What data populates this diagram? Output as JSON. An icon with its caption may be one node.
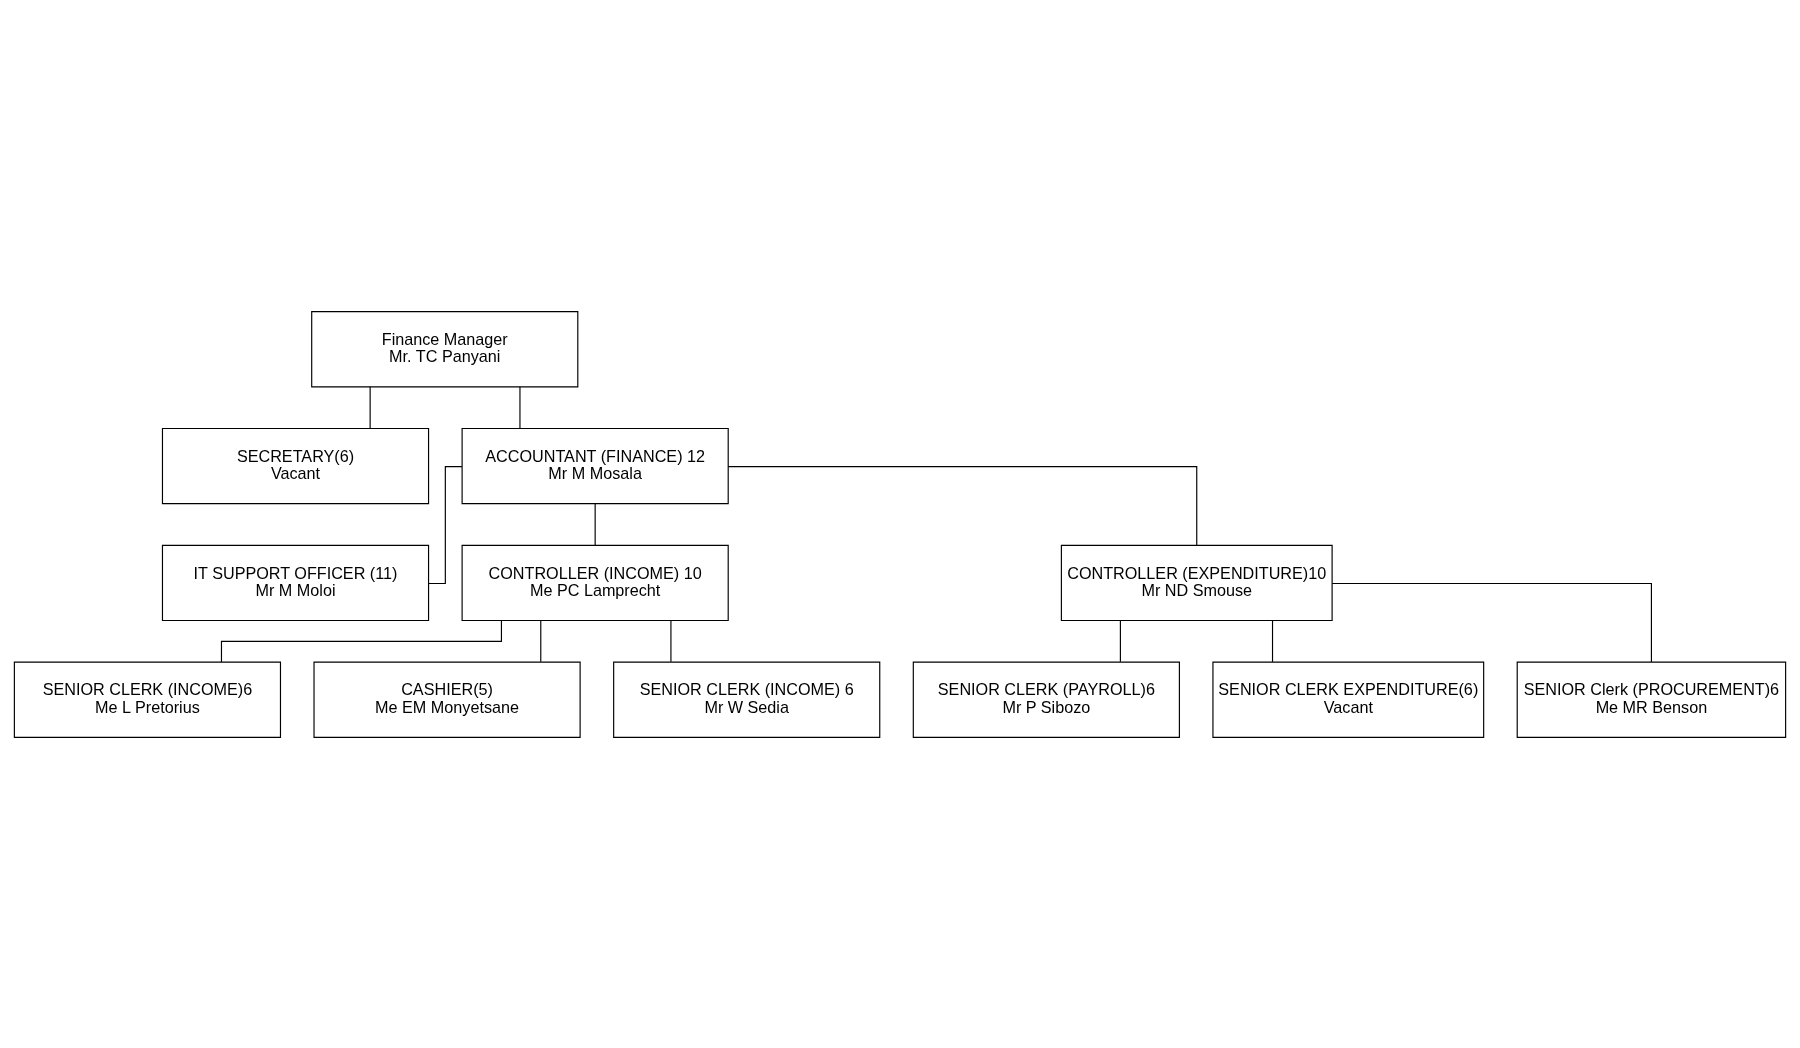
{
  "diagram": {
    "nodes": [
      {
        "text": [
          "Finance Manager",
          "Mr. TC Panyani"
        ]
      },
      {
        "text": [
          "SECRETARY(6)",
          "Vacant"
        ]
      },
      {
        "text": [
          "ACCOUNTANT (FINANCE) 12",
          "Mr M Mosala"
        ]
      },
      {
        "text": [
          "IT SUPPORT OFFICER (11)",
          "Mr M Moloi"
        ]
      },
      {
        "text": [
          "CONTROLLER (INCOME) 10",
          "Me PC Lamprecht"
        ]
      },
      {
        "text": [
          "CONTROLLER (EXPENDITURE)10",
          "Mr ND Smouse"
        ]
      },
      {
        "text": [
          "SENIOR CLERK (INCOME)6",
          "Me L Pretorius"
        ]
      },
      {
        "text": [
          "CASHIER(5)",
          "Me EM Monyetsane"
        ]
      },
      {
        "text": [
          "SENIOR CLERK (INCOME) 6",
          "Mr W Sedia"
        ]
      },
      {
        "text": [
          "SENIOR CLERK (PAYROLL)6",
          "Mr P Sibozo"
        ]
      },
      {
        "text": [
          "SENIOR CLERK EXPENDITURE(6)",
          "Vacant"
        ]
      },
      {
        "text": [
          "SENIOR Clerk (PROCUREMENT)6",
          "Me MR Benson"
        ]
      }
    ],
    "edges": [
      {
        "from": 0,
        "to": 1,
        "arrow": "none"
      },
      {
        "from": 0,
        "to": 2,
        "arrow": "none"
      },
      {
        "from": 2,
        "to": 3,
        "arrow": "none"
      },
      {
        "from": 2,
        "to": 4,
        "arrow": "none"
      },
      {
        "from": 2,
        "to": 5,
        "arrow": "none"
      },
      {
        "from": 4,
        "to": 6,
        "arrow": "none"
      },
      {
        "from": 4,
        "to": 7,
        "arrow": "none"
      },
      {
        "from": 4,
        "to": 8,
        "arrow": "none"
      },
      {
        "from": 5,
        "to": 9,
        "arrow": "none"
      },
      {
        "from": 5,
        "to": 10,
        "arrow": "none"
      },
      {
        "from": 5,
        "to": 11,
        "arrow": "none"
      }
    ]
  }
}
